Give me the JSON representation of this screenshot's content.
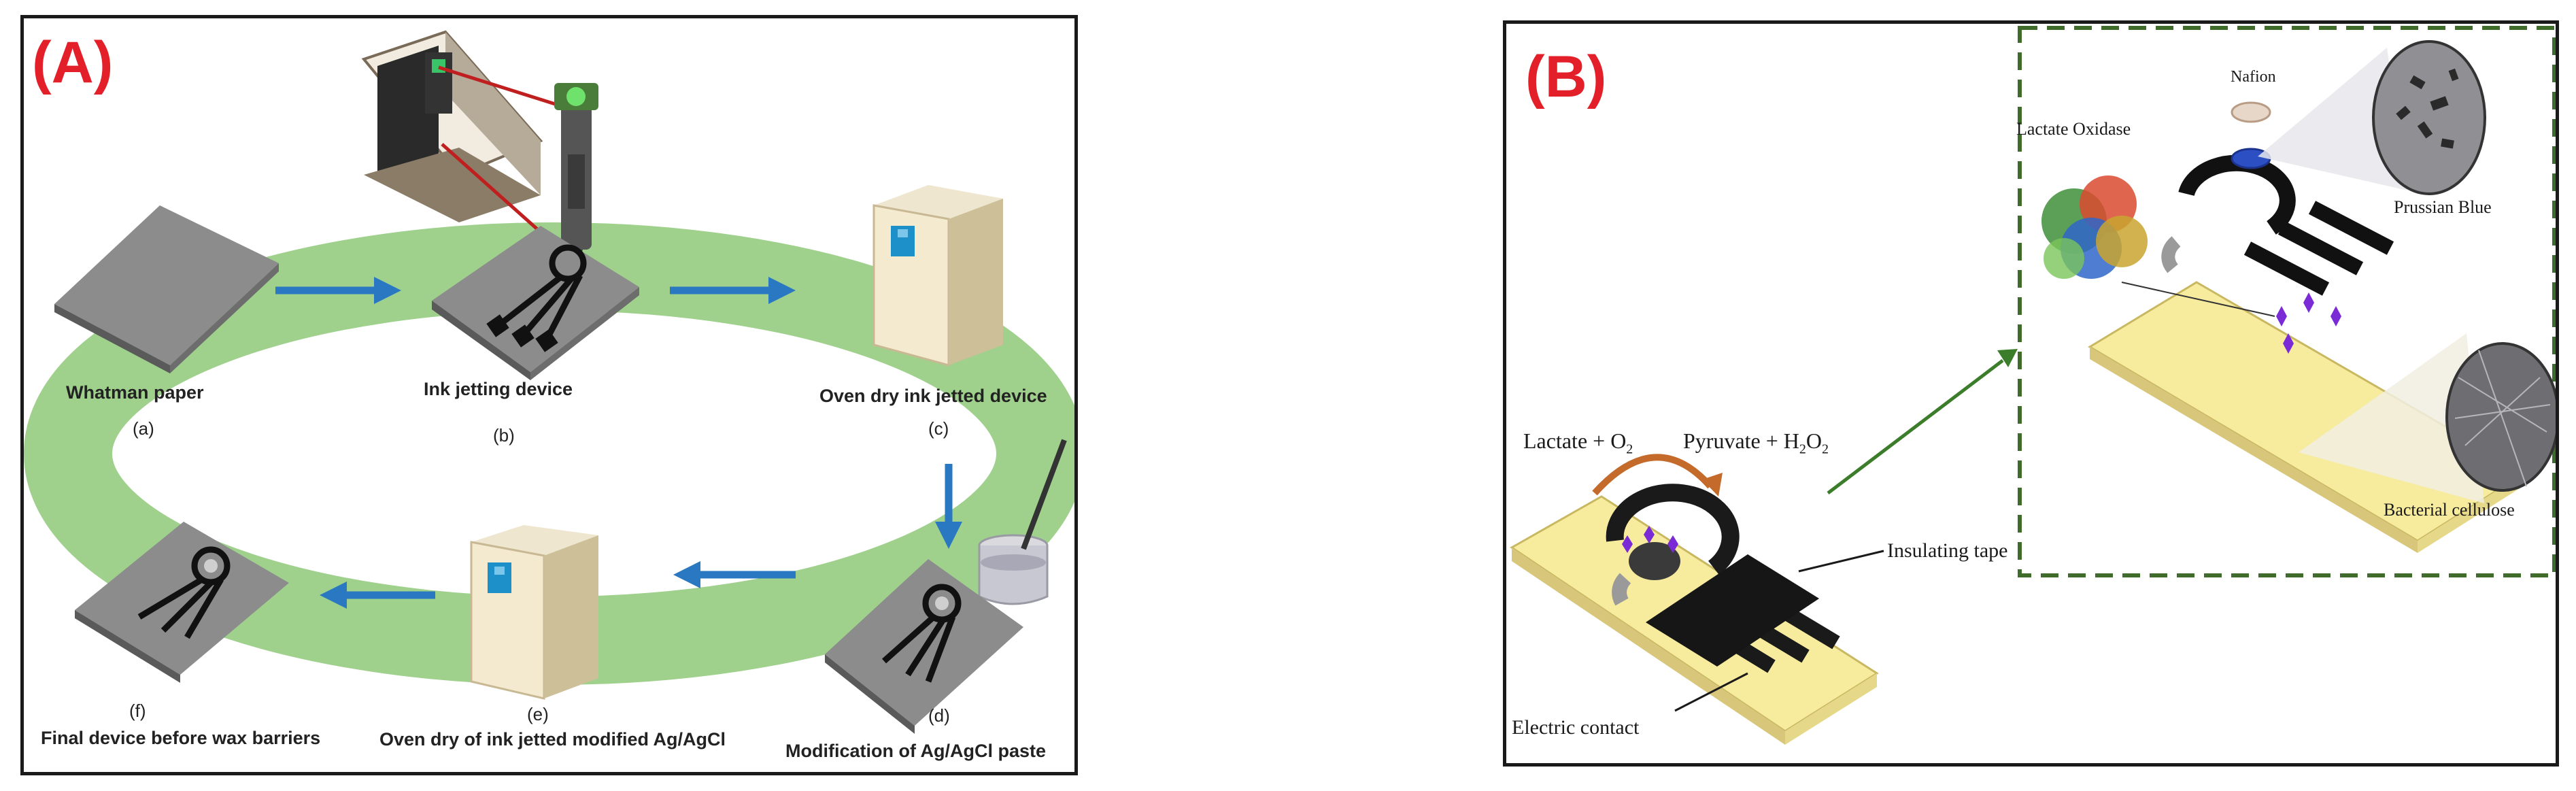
{
  "panel_a": {
    "label": "(A)",
    "steps": [
      {
        "letter": "(a)",
        "caption": "Whatman paper"
      },
      {
        "letter": "(b)",
        "caption": "Ink jetting device"
      },
      {
        "letter": "(c)",
        "caption": "Oven dry ink jetted device"
      },
      {
        "letter": "(d)",
        "caption": "Modification of Ag/AgCl paste"
      },
      {
        "letter": "(e)",
        "caption": "Oven dry of ink jetted modified Ag/AgCl"
      },
      {
        "letter": "(f)",
        "caption": "Final device before wax barriers"
      }
    ],
    "colors": {
      "ring": "#9fd18d",
      "arrow": "#2a78c2",
      "label": "#e3202a"
    }
  },
  "panel_b": {
    "label": "(B)",
    "reaction": {
      "left_main": "Lactate + O",
      "left_sub": "2",
      "right_main": "Pyruvate + H",
      "right_sub1": "2",
      "right_mid": "O",
      "right_sub2": "2"
    },
    "labels": {
      "insulating_tape": "Insulating tape",
      "electric_contact": "Electric contact",
      "lactate_oxidase": "Lactate Oxidase",
      "nafion": "Nafion",
      "prussian_blue": "Prussian Blue",
      "bacterial_cellulose": "Bacterial cellulose"
    },
    "colors": {
      "substrate": "#f7ec9e",
      "dash_border": "#3f6b2b",
      "arrow": "#3b7d2a",
      "marker": "#7a2bd6"
    }
  }
}
